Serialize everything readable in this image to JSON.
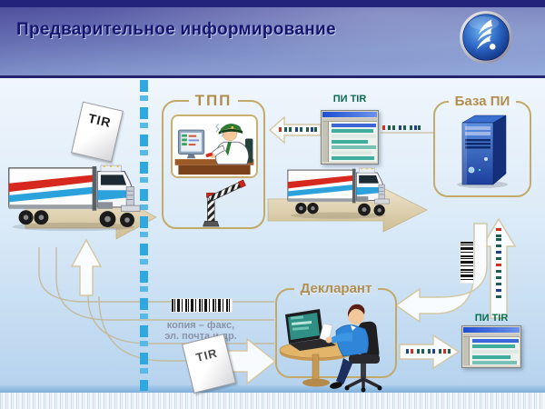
{
  "header": {
    "title": "Предварительное информирование",
    "logo_icon": "sail-globe-logo"
  },
  "nodes": {
    "tpp": {
      "label": "ТПП"
    },
    "baza_pi": {
      "label": "База ПИ"
    },
    "declarant": {
      "label": "Декларант"
    }
  },
  "forms": {
    "pi_tir_top": {
      "label": "ПИ TIR"
    },
    "pi_tir_bottom": {
      "label": "ПИ TIR"
    }
  },
  "documents": {
    "tir_left": {
      "label": "TIR"
    },
    "tir_copy": {
      "label": "TIR"
    }
  },
  "notes": {
    "copy_channels_line1": "копия – факс,",
    "copy_channels_line2": "эл. почта и др."
  },
  "colors": {
    "accent_tan": "#b19155",
    "label_teal": "#0a6b4e",
    "border_dash_blue": "#2fa8e0",
    "title_navy": "#15156e",
    "arrow_beige": "#ddd1ab",
    "data_bit_red": "#d03020",
    "data_bit_green": "#1d5c4e",
    "data_bit_navy": "#233f8c"
  }
}
